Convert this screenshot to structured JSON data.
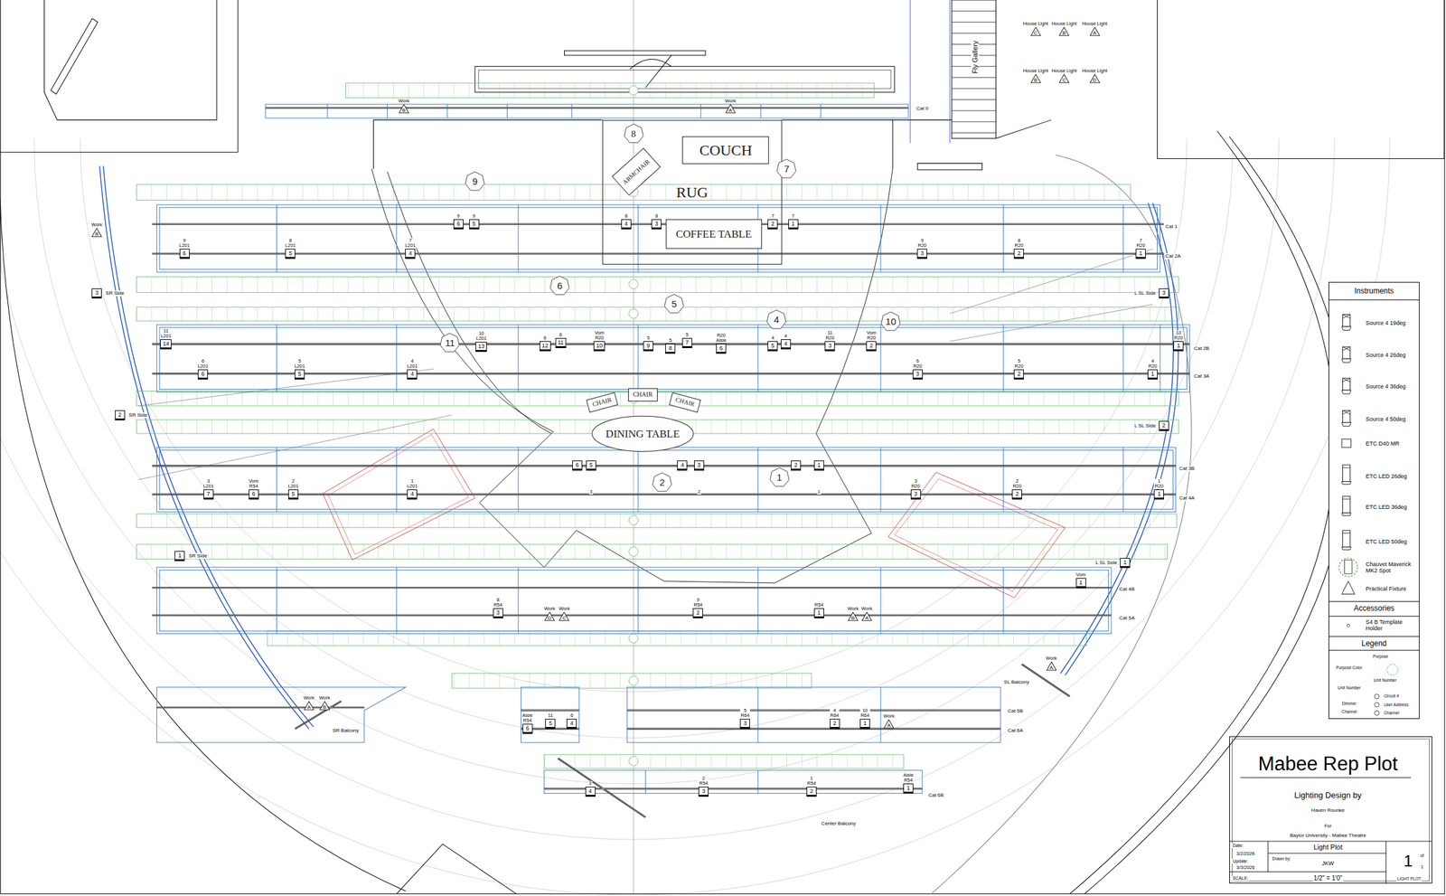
{
  "diagram": {
    "title": "Mabee Rep Plot",
    "nodes": [
      {
        "text": [
          "House Light",
          "C"
        ]
      },
      {
        "text": [
          "House Light",
          "B"
        ]
      },
      {
        "text": [
          "House Light",
          "A"
        ]
      },
      {
        "text": [
          "House Light",
          "B"
        ]
      },
      {
        "text": [
          "House Light",
          "C"
        ]
      },
      {
        "text": [
          "House Light",
          "D"
        ]
      },
      {
        "text": [
          "Work",
          "B"
        ]
      },
      {
        "text": [
          "Work",
          "A"
        ]
      },
      {
        "text": [
          "RUG"
        ]
      },
      {
        "text": [
          "8"
        ],
        "in": 8
      },
      {
        "text": [
          "COUCH"
        ],
        "in": 8
      },
      {
        "text": [
          "ARMCHAIR"
        ],
        "in": 8
      },
      {
        "text": [
          "COFFEE TABLE"
        ],
        "in": 8
      },
      {
        "text": [
          "9"
        ]
      },
      {
        "text": [
          "7"
        ]
      },
      {
        "text": [
          "6"
        ]
      },
      {
        "text": [
          "5"
        ]
      },
      {
        "text": [
          "4"
        ]
      },
      {
        "text": [
          "11"
        ]
      },
      {
        "text": [
          "10"
        ]
      },
      {
        "text": [
          "CHAIR"
        ]
      },
      {
        "text": [
          "CHAIR"
        ]
      },
      {
        "text": [
          "CHAIR"
        ]
      },
      {
        "text": [
          "DINING TABLE"
        ]
      },
      {
        "text": [
          "2"
        ]
      },
      {
        "text": [
          "1"
        ]
      },
      {
        "text": [
          "9",
          "L201",
          "6"
        ]
      },
      {
        "text": [
          "8",
          "L201",
          "5"
        ]
      },
      {
        "text": [
          "7",
          "L201",
          "4"
        ]
      },
      {
        "text": [
          "9",
          "6"
        ]
      },
      {
        "text": [
          "9",
          "5"
        ]
      },
      {
        "text": [
          "8",
          "4"
        ]
      },
      {
        "text": [
          "8",
          "3"
        ]
      },
      {
        "text": [
          "7",
          "2"
        ]
      },
      {
        "text": [
          "7",
          "1"
        ]
      },
      {
        "text": [
          "9",
          "R20",
          "3"
        ]
      },
      {
        "text": [
          "8",
          "R20",
          "2"
        ]
      },
      {
        "text": [
          "7",
          "R20",
          "1"
        ]
      },
      {
        "text": [
          "11",
          "L201",
          "14"
        ]
      },
      {
        "text": [
          "10",
          "L201",
          "13"
        ]
      },
      {
        "text": [
          "6",
          "12"
        ]
      },
      {
        "text": [
          "6",
          "11"
        ]
      },
      {
        "text": [
          "Vom",
          "R20",
          "10"
        ]
      },
      {
        "text": [
          "5",
          "9"
        ]
      },
      {
        "text": [
          "5",
          "8"
        ]
      },
      {
        "text": [
          "5",
          "7"
        ]
      },
      {
        "text": [
          "R20",
          "Aisle",
          "6"
        ]
      },
      {
        "text": [
          "4",
          "5"
        ]
      },
      {
        "text": [
          "4",
          "4"
        ]
      },
      {
        "text": [
          "11",
          "R20",
          "3"
        ]
      },
      {
        "text": [
          "Vom",
          "R20",
          "2"
        ]
      },
      {
        "text": [
          "10",
          "R20",
          "1"
        ]
      },
      {
        "text": [
          "6",
          "L201",
          "6"
        ]
      },
      {
        "text": [
          "5",
          "L201",
          "5"
        ]
      },
      {
        "text": [
          "4",
          "L201",
          "4"
        ]
      },
      {
        "text": [
          "6",
          "R20",
          "3"
        ]
      },
      {
        "text": [
          "5",
          "R20",
          "2"
        ]
      },
      {
        "text": [
          "4",
          "R20",
          "1"
        ]
      },
      {
        "text": [
          "6"
        ]
      },
      {
        "text": [
          "5"
        ]
      },
      {
        "text": [
          "4"
        ]
      },
      {
        "text": [
          "3"
        ]
      },
      {
        "text": [
          "2"
        ]
      },
      {
        "text": [
          "1"
        ]
      },
      {
        "text": [
          "3",
          "L201",
          "7"
        ]
      },
      {
        "text": [
          "Vom",
          "R54",
          "6"
        ]
      },
      {
        "text": [
          "2",
          "L201",
          "5"
        ]
      },
      {
        "text": [
          "1",
          "L201",
          "4"
        ]
      },
      {
        "text": [
          "3",
          "R20",
          "3"
        ]
      },
      {
        "text": [
          "2",
          "R20",
          "2"
        ]
      },
      {
        "text": [
          "1",
          "R20",
          "1"
        ]
      },
      {
        "text": [
          "8",
          "R54",
          "3"
        ]
      },
      {
        "text": [
          "Work",
          "D"
        ]
      },
      {
        "text": [
          "Work",
          "C"
        ]
      },
      {
        "text": [
          "9",
          "R54",
          "2"
        ]
      },
      {
        "text": [
          "R54",
          "1"
        ]
      },
      {
        "text": [
          "Work",
          "B"
        ]
      },
      {
        "text": [
          "Work",
          "A"
        ]
      },
      {
        "text": [
          "Vom",
          "1"
        ]
      },
      {
        "text": [
          "Aisle",
          "R54",
          "6"
        ]
      },
      {
        "text": [
          "11",
          "5"
        ]
      },
      {
        "text": [
          "6",
          "4"
        ]
      },
      {
        "text": [
          "5",
          "R64",
          "3"
        ]
      },
      {
        "text": [
          "4",
          "R64",
          "2"
        ]
      },
      {
        "text": [
          "10",
          "R64",
          "1"
        ]
      },
      {
        "text": [
          "Work",
          "A"
        ]
      },
      {
        "text": [
          "3",
          "4"
        ]
      },
      {
        "text": [
          "2",
          "R54",
          "3"
        ]
      },
      {
        "text": [
          "1",
          "R54",
          "2"
        ]
      },
      {
        "text": [
          "Aisle",
          "R54",
          "1"
        ]
      },
      {
        "text": [
          "Work",
          "B"
        ]
      },
      {
        "text": [
          "3"
        ]
      },
      {
        "text": [
          "2"
        ]
      },
      {
        "text": [
          "1"
        ]
      },
      {
        "text": [
          "3"
        ]
      },
      {
        "text": [
          "2"
        ]
      },
      {
        "text": [
          "1"
        ]
      },
      {
        "text": [
          "Work",
          "A"
        ]
      },
      {
        "text": [
          "Work",
          "B"
        ]
      },
      {
        "text": [
          "Work",
          "A"
        ]
      },
      {
        "text": [
          "Lighting Design by",
          "Haven Rounke",
          "For",
          "Baylor University - Mabee Theatre"
        ]
      }
    ],
    "labels": [
      "Cat 0",
      "Cat 1",
      "Cat 2A",
      "Cat 2B",
      "Cat 3A",
      "Cat 3B",
      "Cat 4A",
      "Cat 4B",
      "Cat 5A",
      "Cat 5B",
      "Cat 6A",
      "Cat 6B",
      "SL Balcony",
      "SR Balcony",
      "Center Balcony",
      "SR Side",
      "SR Side",
      "SR Side",
      "L SL Side",
      "L SL Side",
      "L SL Side",
      "Fly Gallery",
      "Instruments",
      "Accessories",
      "Legend",
      "Purpose",
      "Purpose Color",
      "Unit Number",
      "Unit Number",
      "Circuit #",
      "Dimmer",
      "User Address",
      "Channel",
      "Channel",
      "Date:",
      "3/2/2026",
      "Update:",
      "3/3/2026",
      "Light Plot",
      "Drawn by:",
      "JKW",
      "SCALE:",
      "1/2\" = 1'0\"",
      "1",
      "of",
      "1",
      "LIGHT PLOT",
      "3",
      "2",
      "1"
    ],
    "legend": [
      {
        "text": "Source 4 19deg"
      },
      {
        "text": "Source 4 26deg"
      },
      {
        "text": "Source 4 36deg"
      },
      {
        "text": "Source 4 50deg"
      },
      {
        "text": "ETC D40 MR"
      },
      {
        "text": "ETC LED 26deg"
      },
      {
        "text": "ETC LED 36deg"
      },
      {
        "text": "ETC LED 50deg"
      },
      {
        "text": "Chauvet Maverick MK2 Spot"
      },
      {
        "text": "Practical Fixture"
      },
      {
        "text": "S4 B Template Holder"
      }
    ]
  }
}
